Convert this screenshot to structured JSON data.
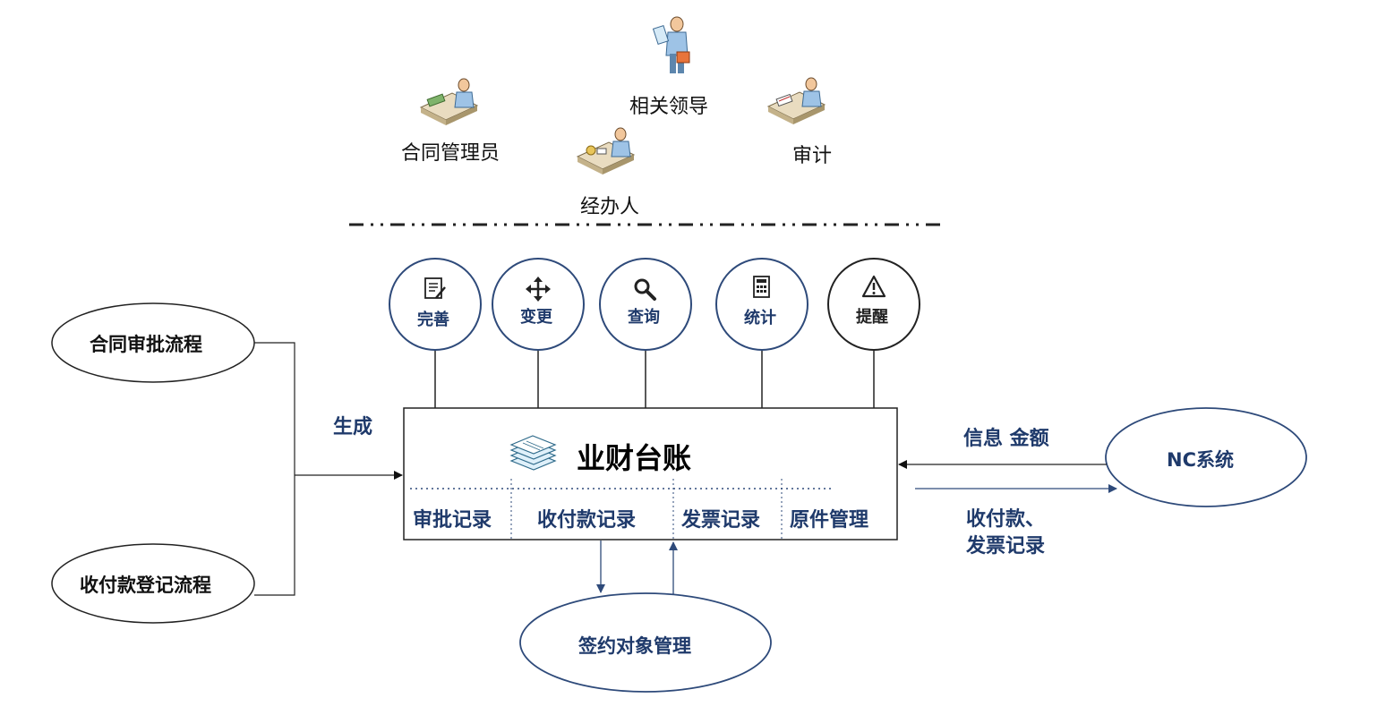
{
  "roles": {
    "leader": "相关领导",
    "contract_admin": "合同管理员",
    "auditor": "审计",
    "handler": "经办人"
  },
  "functions": [
    {
      "label": "完善",
      "icon": "document-edit-icon"
    },
    {
      "label": "变更",
      "icon": "move-arrows-icon"
    },
    {
      "label": "查询",
      "icon": "magnifier-icon"
    },
    {
      "label": "统计",
      "icon": "calculator-icon"
    },
    {
      "label": "提醒",
      "icon": "warning-icon"
    }
  ],
  "ledger": {
    "title": "业财台账",
    "icon": "stacked-papers-icon",
    "sections": [
      "审批记录",
      "收付款记录",
      "发票记录",
      "原件管理"
    ]
  },
  "left_processes": {
    "approval": "合同审批流程",
    "payment_register": "收付款登记流程",
    "generate_label": "生成"
  },
  "nc_system": {
    "name": "NC系统",
    "incoming_label": "信息 金额",
    "outgoing_label_line1": "收付款、",
    "outgoing_label_line2": "发票记录"
  },
  "signing": {
    "name": "签约对象管理"
  },
  "colors": {
    "accent": "#1f3a6b",
    "circle_border": "#2e4a7a",
    "line": "#222222"
  }
}
